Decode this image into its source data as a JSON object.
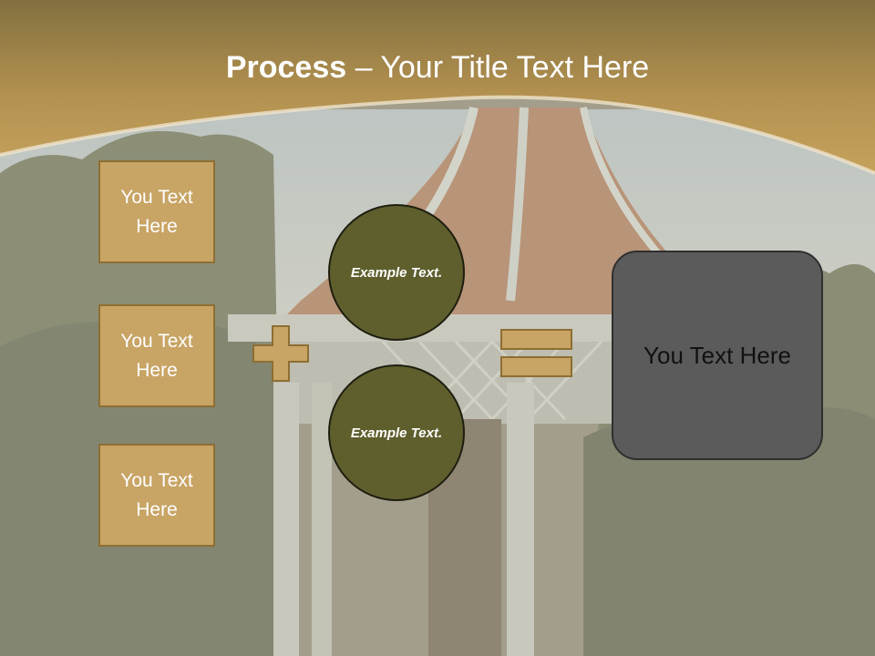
{
  "slide": {
    "title_bold": "Process",
    "title_rest": " – Your Title Text Here"
  },
  "left_boxes": [
    {
      "label": "You Text Here"
    },
    {
      "label": "You Text Here"
    },
    {
      "label": "You Text Here"
    }
  ],
  "operands": [
    {
      "label": "Example Text."
    },
    {
      "label": "Example Text."
    }
  ],
  "result": {
    "label": "You Text Here"
  },
  "colors": {
    "header_gold": "#b39150",
    "box_fill": "#c8a465",
    "circle_fill": "#5f5f2e",
    "result_fill": "#5b5b5b",
    "operator_fill": "#c8a465"
  },
  "icons": {
    "plus": "plus-sign",
    "equals": "equals-sign"
  }
}
